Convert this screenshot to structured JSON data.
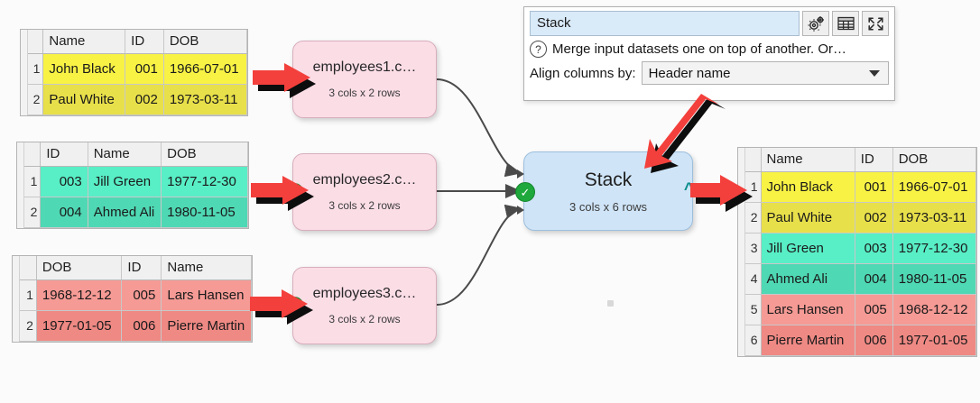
{
  "panel": {
    "name_value": "Stack",
    "description": "Merge input datasets one on top of another. Or…",
    "align_label": "Align columns by:",
    "align_value": "Header name",
    "help_icon": "question-icon",
    "icons": [
      "gears-icon",
      "table-icon",
      "expand-icon"
    ]
  },
  "nodes": [
    {
      "title": "employees1.c…",
      "sub": "3 cols x 2 rows",
      "status": "ok"
    },
    {
      "title": "employees2.c…",
      "sub": "3 cols x 2 rows",
      "status": "ok"
    },
    {
      "title": "employees3.c…",
      "sub": "3 cols x 2 rows",
      "status": "ok"
    },
    {
      "title": "Stack",
      "sub": "3 cols x 6 rows",
      "status": "ok"
    }
  ],
  "tables": {
    "input1": {
      "headers": [
        "Name",
        "ID",
        "DOB"
      ],
      "rows": [
        {
          "n": "1",
          "cells": [
            "John Black",
            "001",
            "1966-07-01"
          ]
        },
        {
          "n": "2",
          "cells": [
            "Paul White",
            "002",
            "1973-03-11"
          ]
        }
      ]
    },
    "input2": {
      "headers": [
        "ID",
        "Name",
        "DOB"
      ],
      "rows": [
        {
          "n": "1",
          "cells": [
            "003",
            "Jill Green",
            "1977-12-30"
          ]
        },
        {
          "n": "2",
          "cells": [
            "004",
            "Ahmed Ali",
            "1980-11-05"
          ]
        }
      ]
    },
    "input3": {
      "headers": [
        "DOB",
        "ID",
        "Name"
      ],
      "rows": [
        {
          "n": "1",
          "cells": [
            "1968-12-12",
            "005",
            "Lars Hansen"
          ]
        },
        {
          "n": "2",
          "cells": [
            "1977-01-05",
            "006",
            "Pierre Martin"
          ]
        }
      ]
    },
    "output": {
      "headers": [
        "Name",
        "ID",
        "DOB"
      ],
      "rows": [
        {
          "n": "1",
          "cells": [
            "John Black",
            "001",
            "1966-07-01"
          ]
        },
        {
          "n": "2",
          "cells": [
            "Paul White",
            "002",
            "1973-03-11"
          ]
        },
        {
          "n": "3",
          "cells": [
            "Jill Green",
            "003",
            "1977-12-30"
          ]
        },
        {
          "n": "4",
          "cells": [
            "Ahmed Ali",
            "004",
            "1980-11-05"
          ]
        },
        {
          "n": "5",
          "cells": [
            "Lars Hansen",
            "005",
            "1968-12-12"
          ]
        },
        {
          "n": "6",
          "cells": [
            "Pierre Martin",
            "006",
            "1977-01-05"
          ]
        }
      ]
    }
  },
  "colors": {
    "dataset1_row1": "#f8f245",
    "dataset1_row2": "#e8e04a",
    "dataset2_row1": "#58eec6",
    "dataset2_row2": "#4fd8b4",
    "dataset3_row1": "#f59a95",
    "dataset3_row2": "#ef8984",
    "source_node": "#fbdde6",
    "operation_node": "#cfe4f7",
    "annotation_arrow": "#f3403c",
    "status_ok": "#1fa83c"
  }
}
